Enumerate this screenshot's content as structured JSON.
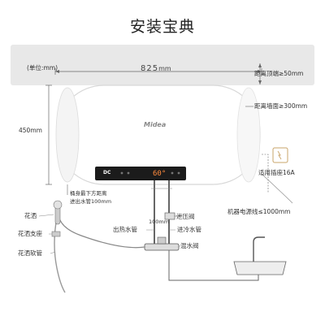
{
  "title": "安装宝典",
  "unit_label": "(单位:mm)",
  "width_value": "825",
  "width_unit": "mm",
  "height_label": "450mm",
  "brand": "Midea",
  "display": {
    "badge": "DC",
    "temperature": "60°"
  },
  "callouts": {
    "top_clearance": "距离顶端≥50mm",
    "side_clearance": "距离墙面≥300mm",
    "socket": "适用插座16A",
    "power_cord": "机器电源线≤1000mm",
    "bottom_distance_line1": "桶身最下方距离",
    "bottom_distance_line2": "进出水管100mm",
    "pipe_gap": "100mm",
    "hot_outlet": "出热水管",
    "pressure_valve": "泄压阀",
    "cold_inlet": "进冷水管",
    "mixing_valve": "混水阀",
    "shower_head": "花洒",
    "shower_bracket": "花洒支座",
    "shower_hose": "花洒软管"
  },
  "colors": {
    "wall": "#e8e8e8",
    "display_bg": "#1b1b1b",
    "temp_digits": "#ff8a3d",
    "lines": "#555555"
  }
}
